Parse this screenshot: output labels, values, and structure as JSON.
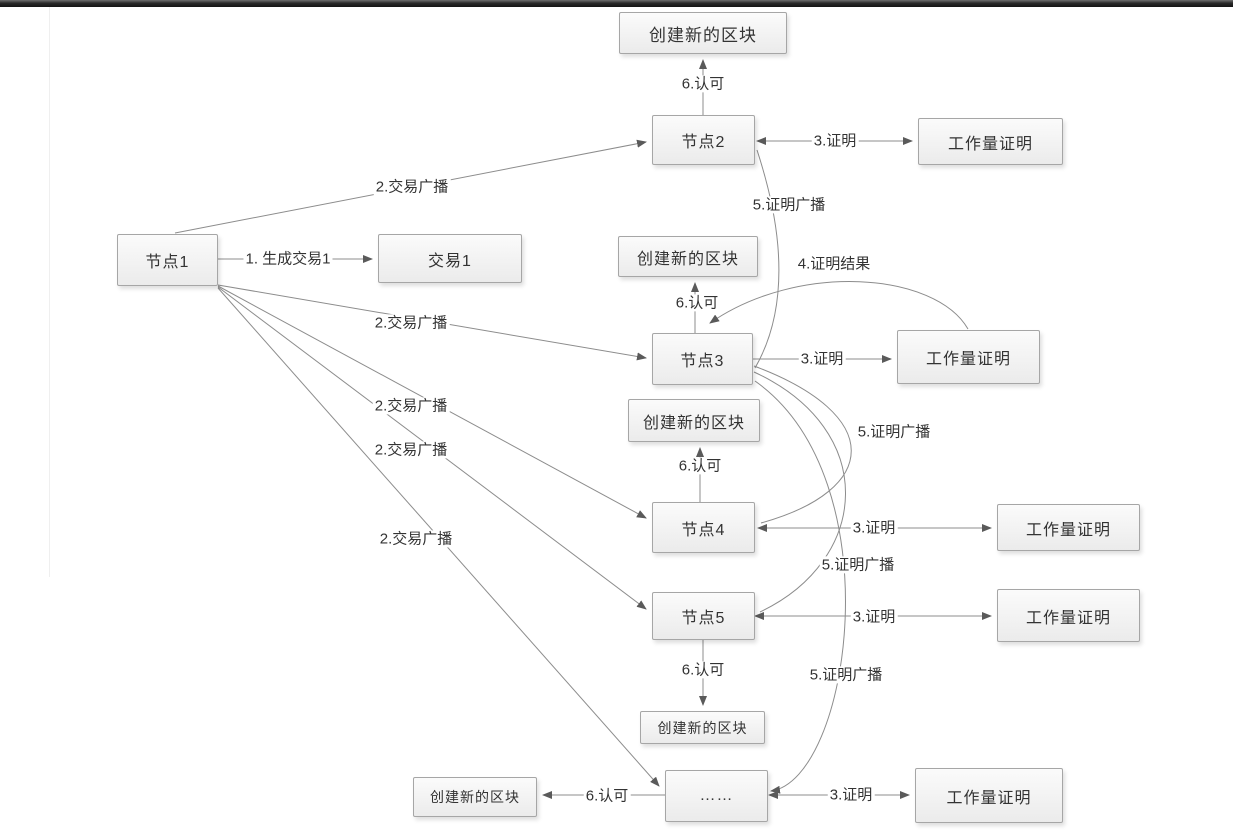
{
  "window": {
    "top_bar": "window-chrome-edge"
  },
  "diagram": {
    "boxes": {
      "node1": "节点1",
      "node2": "节点2",
      "node3": "节点3",
      "node4": "节点4",
      "node5": "节点5",
      "tx1": "交易1",
      "pow": "工作量证明",
      "new_block": "创建新的区块",
      "ellipsis": "……"
    },
    "edge_labels": {
      "generate": "1. 生成交易1",
      "tx_broadcast": "2.交易广播",
      "proof": "3.证明",
      "proof_result": "4.证明结果",
      "proof_broadcast": "5.证明广播",
      "approve": "6.认可"
    },
    "colors": {
      "line": "#8c8c8c",
      "arrow": "#5a5a5a",
      "box_border": "#a6a6a6",
      "box_fill_top": "#fbfbfb",
      "box_fill_bottom": "#ebebeb",
      "text": "#333333",
      "top_bar": "#2a2a2a"
    }
  }
}
